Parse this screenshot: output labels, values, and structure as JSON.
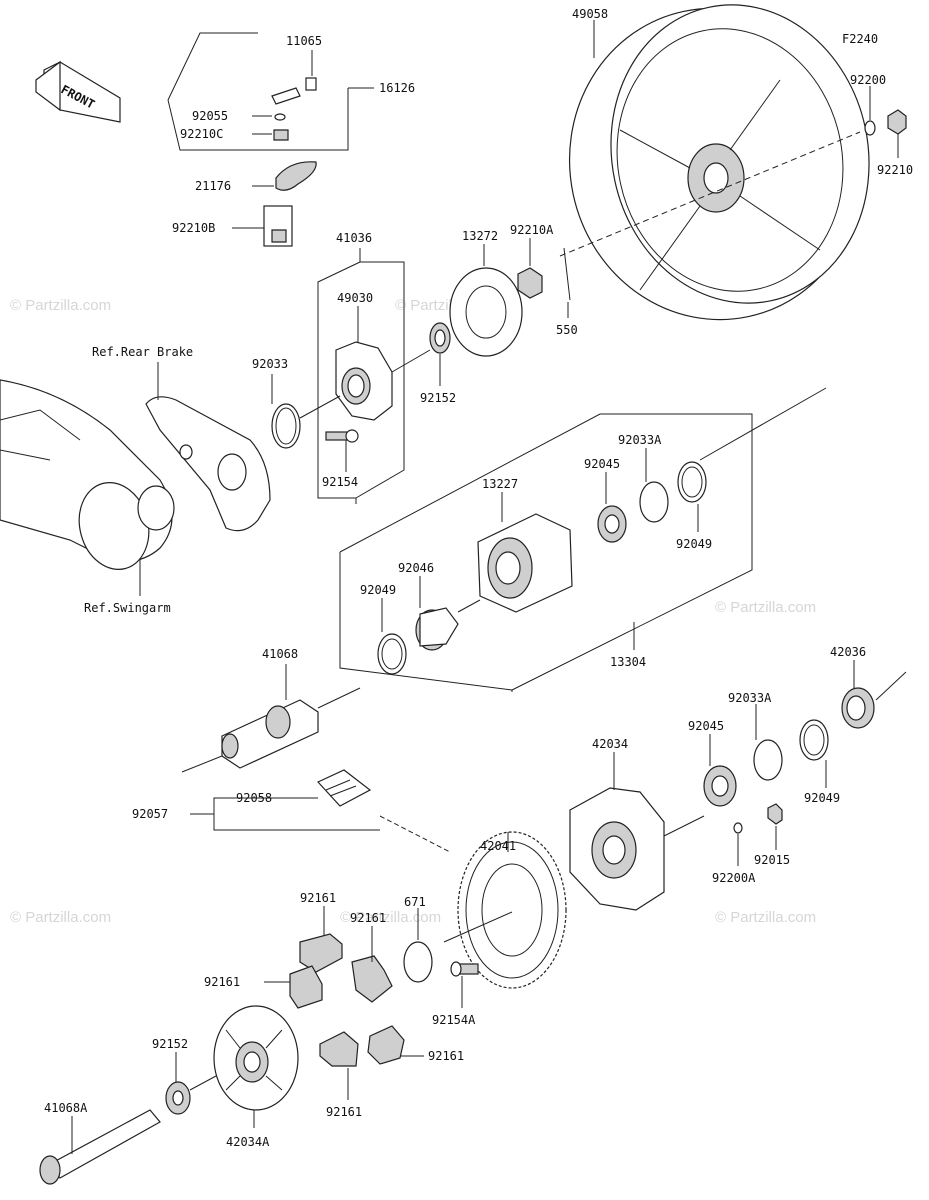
{
  "figure_code": "F2240",
  "front_label": "FRONT",
  "watermarks": [
    "© Partzilla.com"
  ],
  "references": {
    "rear_brake": "Ref.Rear Brake",
    "swingarm": "Ref.Swingarm"
  },
  "parts": [
    {
      "num": "11065"
    },
    {
      "num": "16126"
    },
    {
      "num": "92055"
    },
    {
      "num": "92210C"
    },
    {
      "num": "21176"
    },
    {
      "num": "92210B"
    },
    {
      "num": "41036"
    },
    {
      "num": "49030"
    },
    {
      "num": "13272"
    },
    {
      "num": "92210A"
    },
    {
      "num": "550"
    },
    {
      "num": "92152"
    },
    {
      "num": "92033"
    },
    {
      "num": "92154"
    },
    {
      "num": "49058"
    },
    {
      "num": "92200"
    },
    {
      "num": "92210"
    },
    {
      "num": "92033A"
    },
    {
      "num": "92045"
    },
    {
      "num": "13227"
    },
    {
      "num": "92049"
    },
    {
      "num": "92046"
    },
    {
      "num": "13304"
    },
    {
      "num": "41068"
    },
    {
      "num": "42036"
    },
    {
      "num": "92058"
    },
    {
      "num": "92057"
    },
    {
      "num": "42041"
    },
    {
      "num": "42034"
    },
    {
      "num": "92015"
    },
    {
      "num": "92200A"
    },
    {
      "num": "92161"
    },
    {
      "num": "671"
    },
    {
      "num": "92154A"
    },
    {
      "num": "41068A"
    },
    {
      "num": "42034A"
    }
  ]
}
